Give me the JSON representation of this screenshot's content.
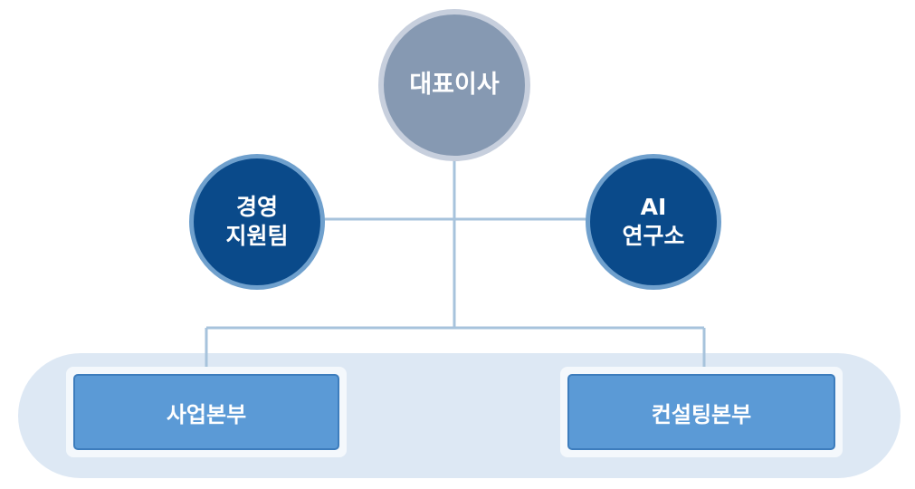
{
  "org_chart": {
    "ceo": {
      "label": "대표이사"
    },
    "staff": [
      {
        "id": "management",
        "lines": [
          "경영",
          "지원팀"
        ]
      },
      {
        "id": "ai-lab",
        "lines": [
          "AI",
          "연구소"
        ]
      }
    ],
    "divisions": [
      {
        "id": "business",
        "label": "사업본부"
      },
      {
        "id": "consulting",
        "label": "컨설팅본부"
      }
    ]
  },
  "colors": {
    "ceo_fill": "#8699b2",
    "ceo_ring": "#c7cfdd",
    "staff_fill": "#0a4a8a",
    "staff_ring": "#6fa0cd",
    "division_fill": "#5b9ad6",
    "band_fill": "#dde8f4",
    "connector": "#a7c3dc"
  }
}
